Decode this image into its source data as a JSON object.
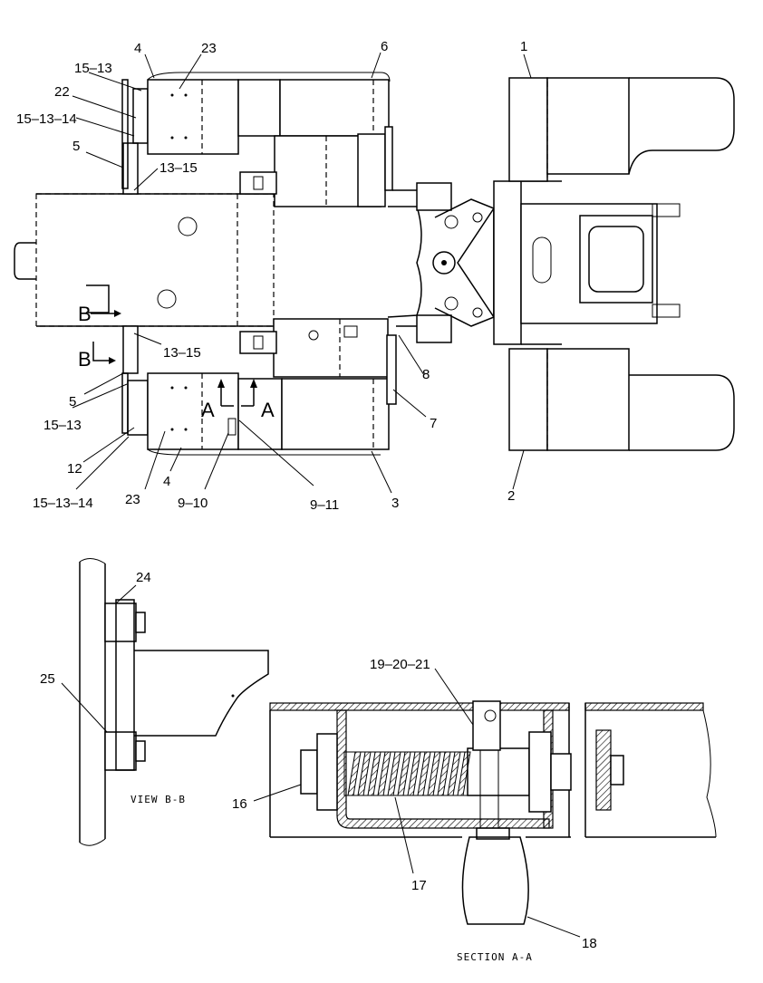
{
  "plan_labels": {
    "l1": "1",
    "l2": "2",
    "l3": "3",
    "l4a": "4",
    "l4b": "4",
    "l5a": "5",
    "l5b": "5",
    "l6": "6",
    "l7": "7",
    "l8": "8",
    "l9_10": "9–10",
    "l9_11": "9–11",
    "l12": "12",
    "l13_15a": "13–15",
    "l13_15b": "13–15",
    "l15_13a": "15–13",
    "l15_13b": "15–13",
    "l15_13_14a": "15–13–14",
    "l15_13_14b": "15–13–14",
    "l22": "22",
    "l23a": "23",
    "l23b": "23"
  },
  "section_markers": {
    "b_top": "B",
    "b_bottom": "B",
    "a_left": "A",
    "a_right": "A"
  },
  "view_bb": {
    "title": "VIEW B-B",
    "l24": "24",
    "l25": "25"
  },
  "section_aa": {
    "title": "SECTION A-A",
    "l16": "16",
    "l17": "17",
    "l18": "18",
    "l19_20_21": "19–20–21"
  }
}
